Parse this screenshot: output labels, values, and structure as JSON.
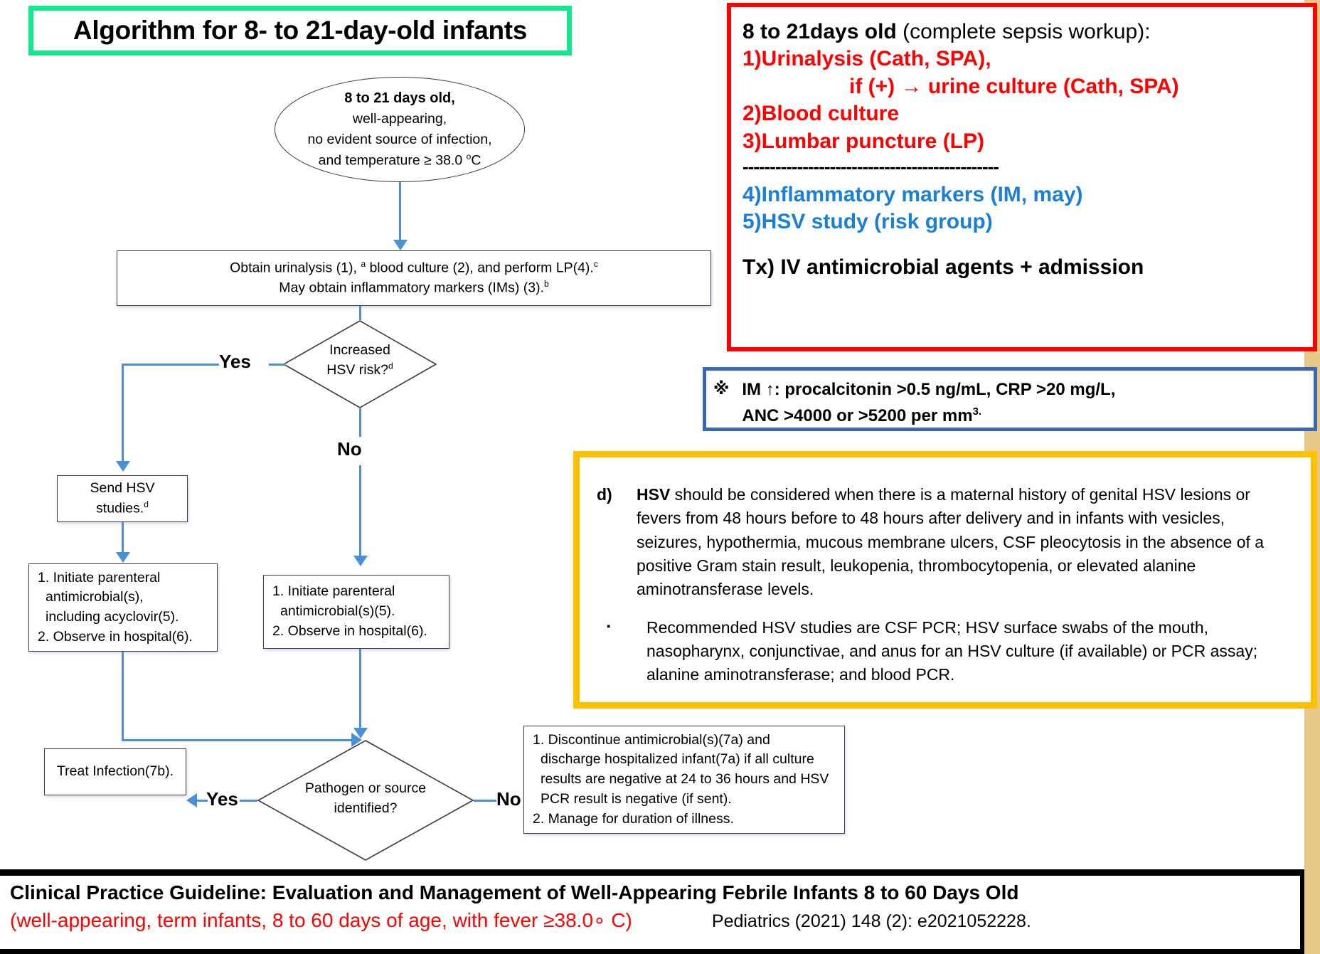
{
  "title": "Algorithm for 8- to 21-day-old infants",
  "right_strip_color": "#e8c887",
  "colors": {
    "title_border": "#13e891",
    "red": "#ff0000",
    "blue_text": "#1b7fd4",
    "blue_border": "#3b66b0",
    "orange": "#ffc000",
    "connector": "#4a90d9"
  },
  "workup_panel": {
    "heading_bold": "8 to 21days old",
    "heading_rest": " (complete sepsis workup):",
    "item1": "1)Urinalysis (Cath, SPA),",
    "item1b": "if (+) → urine culture (Cath, SPA)",
    "item2": "2)Blood culture",
    "item3": "3)Lumbar puncture (LP)",
    "divider": "-----------------------------------------------",
    "item4": "4)Inflammatory markers (IM, may)",
    "item5": "5)HSV study (risk group)",
    "treatment": "Tx) IV antimicrobial agents + admission"
  },
  "im_panel": {
    "mark": "※",
    "line1": "IM ↑: procalcitonin >0.5 ng/mL, CRP >20 mg/L,",
    "line2_pre": "ANC >4000 or >5200 per mm",
    "line2_sup": "3."
  },
  "hsv_panel": {
    "item_d_marker": "d)",
    "item_d_bold": "HSV",
    "item_d_text": " should be considered when there is a maternal history of genital HSV lesions or fevers from 48 hours before to 48 hours after delivery and in infants with vesicles, seizures, hypothermia, mucous membrane ulcers, CSF pleocytosis in the absence of a positive Gram stain result, leukopenia, thrombocytopenia, or elevated alanine aminotransferase levels.",
    "bullet_marker": "▪",
    "bullet_text": "Recommended HSV studies are CSF PCR; HSV surface swabs of the mouth, nasopharynx, conjunctivae, and anus for an HSV culture (if available) or PCR assay; alanine aminotransferase; and blood PCR."
  },
  "flow": {
    "start_oval": {
      "line1": "8 to 21 days old,",
      "line2": "well-appearing,",
      "line3": "no evident source of infection,",
      "line4_pre": "and temperature ≥ 38.0 ",
      "line4_sup": "o",
      "line4_post": "C"
    },
    "obtain_box": {
      "line1_a": "Obtain urinalysis  (1), ",
      "line1_sup_a": "a",
      "line1_b": " blood culture (2), and perform LP(4).",
      "line1_sup_c": "c",
      "line2": "May obtain inflammatory markers (IMs) (3).",
      "line2_sup": "b"
    },
    "diamond_hsv": {
      "line1": "Increased",
      "line2": "HSV risk?",
      "line2_sup": "d"
    },
    "label_yes_top": "Yes",
    "label_no_top": "No",
    "hsv_studies_box": {
      "line1": "Send HSV",
      "line2": "studies.",
      "line2_sup": "d"
    },
    "left_tx_box": {
      "line1": "1. Initiate parenteral",
      "line2": "antimicrobial(s),",
      "line3": "including acyclovir(5).",
      "line4": "2. Observe in hospital(6)."
    },
    "right_tx_box": {
      "line1": "1. Initiate parenteral",
      "line2": "antimicrobial(s)(5).",
      "line3": "2. Observe in hospital(6)."
    },
    "diamond_path": {
      "line1": "Pathogen or source",
      "line2": "identified?"
    },
    "label_yes_bottom": "Yes",
    "label_no_bottom": "No",
    "treat_box": "Treat Infection(7b).",
    "discontinue_box": {
      "line1": "1. Discontinue antimicrobial(s)(7a) and",
      "line2": "discharge hospitalized infant(7a) if all culture",
      "line3": "results are negative at 24 to 36 hours and HSV",
      "line4": "PCR result is negative (if sent).",
      "line5": "2. Manage for duration of illness."
    }
  },
  "footer": {
    "line1": "Clinical Practice Guideline: Evaluation and Management of Well-Appearing Febrile Infants 8 to 60 Days Old",
    "line2": "(well-appearing, term infants, 8 to 60 days of age, with fever ≥38.0∘ C)",
    "citation": "Pediatrics (2021) 148 (2): e2021052228."
  }
}
